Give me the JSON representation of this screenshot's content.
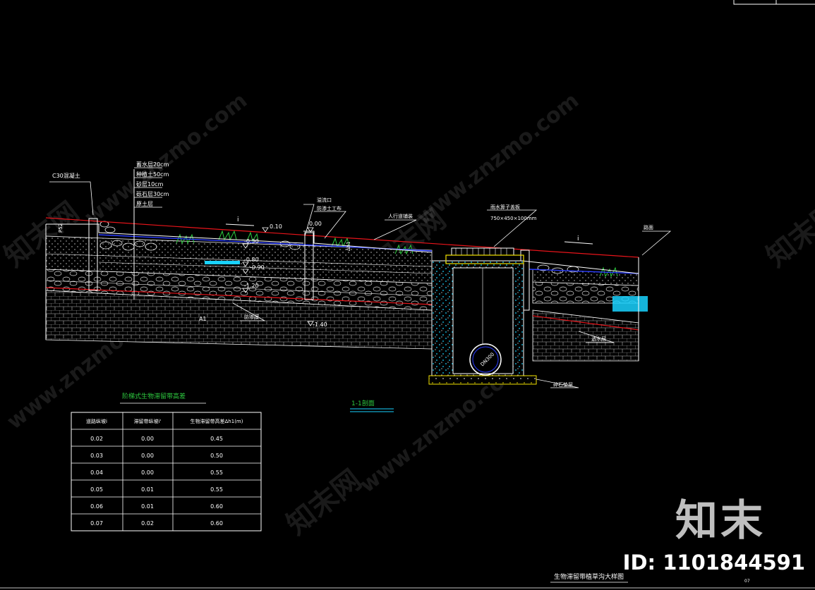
{
  "labels": {
    "c30": "C30混凝土",
    "layer1": "蓄水层20cm",
    "layer2": "种植土50cm",
    "layer3": "砂层10cm",
    "layer4": "砾石层30cm",
    "layer5": "原土层",
    "overflow": "溢流口",
    "drain_mat": "防渗土工布",
    "walk": "人行道铺装",
    "grate": "雨水箅子盖板",
    "grate_size": "750×450×100mm",
    "road": "路面",
    "pipe": "DN300",
    "dim_h1": "Δh1",
    "dim_p52": "P52",
    "lv_010": "0.10",
    "lv_000": "0.00",
    "lv_030": "-0.30",
    "lv_080": "-0.80",
    "lv_090": "-0.90",
    "lv_120": "-1.20",
    "lv_140": "-1.40",
    "lv_a1": "A1",
    "anti": "防渗膜",
    "perm": "透水层",
    "gravel_base": "碎石垫层",
    "slope_i_left": "i",
    "slope_i_right": "i",
    "section": "1-1剖面",
    "drawing_title": "生物滞留带植草沟大样图",
    "page_no": "07"
  },
  "table": {
    "title": "阶梯式生物滞留带高差",
    "headers": [
      "道路纵坡i",
      "滞留带纵坡i'",
      "生物滞留带高差Δh1(m)"
    ],
    "rows": [
      [
        "0.02",
        "0.00",
        "0.45"
      ],
      [
        "0.03",
        "0.00",
        "0.50"
      ],
      [
        "0.04",
        "0.00",
        "0.55"
      ],
      [
        "0.05",
        "0.01",
        "0.55"
      ],
      [
        "0.06",
        "0.01",
        "0.60"
      ],
      [
        "0.07",
        "0.02",
        "0.60"
      ]
    ]
  },
  "watermark": {
    "site": "www.znzmo.com",
    "cn": "知末网"
  },
  "brand": {
    "logo": "知末",
    "id": "ID: 1101844591"
  },
  "colors": {
    "line": "#ffffff",
    "red": "#e8141a",
    "blue": "#2a3cff",
    "cyan": "#19d2ff",
    "green": "#2ecc40",
    "yellow": "#f2e200"
  }
}
